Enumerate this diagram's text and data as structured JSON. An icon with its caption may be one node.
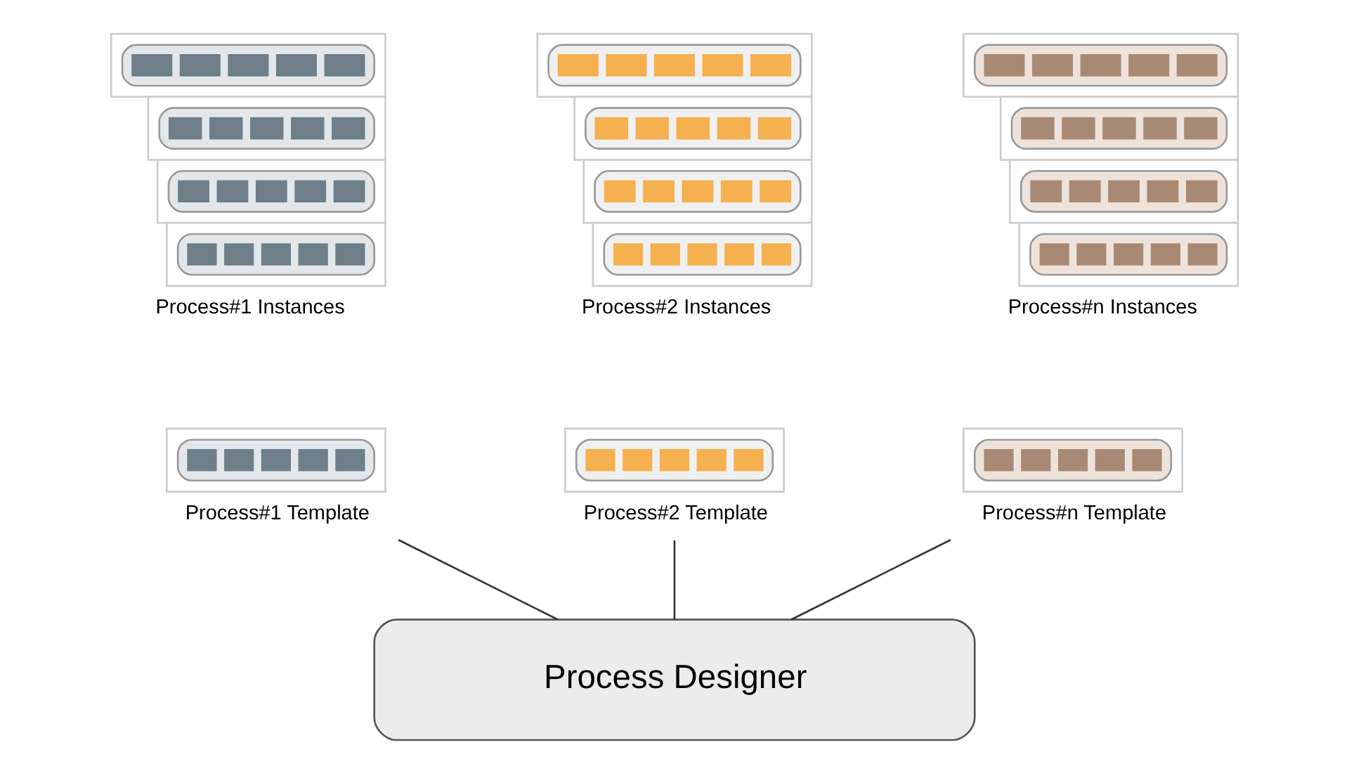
{
  "diagram": {
    "nodes": [
      {
        "text": [],
        "shape": "picture",
        "beside": [
          "Process#1 Instances"
        ]
      },
      {
        "text": [],
        "shape": "picture",
        "beside": [
          "Process#2 Instances"
        ]
      },
      {
        "text": [],
        "shape": "picture",
        "beside": [
          "Process#n Instances"
        ]
      },
      {
        "text": [],
        "shape": "picture",
        "beside": [
          "Process#1 Template"
        ]
      },
      {
        "text": [],
        "shape": "picture",
        "beside": [
          "Process#2 Template"
        ]
      },
      {
        "text": [],
        "shape": "picture",
        "beside": [
          "Process#n Template"
        ]
      },
      {
        "text": [
          "Process Designer"
        ]
      }
    ],
    "edges": [
      {
        "from": 6,
        "to": 3,
        "arrow": "none"
      },
      {
        "from": 6,
        "to": 4,
        "arrow": "none"
      },
      {
        "from": 6,
        "to": 5,
        "arrow": "none"
      }
    ]
  }
}
